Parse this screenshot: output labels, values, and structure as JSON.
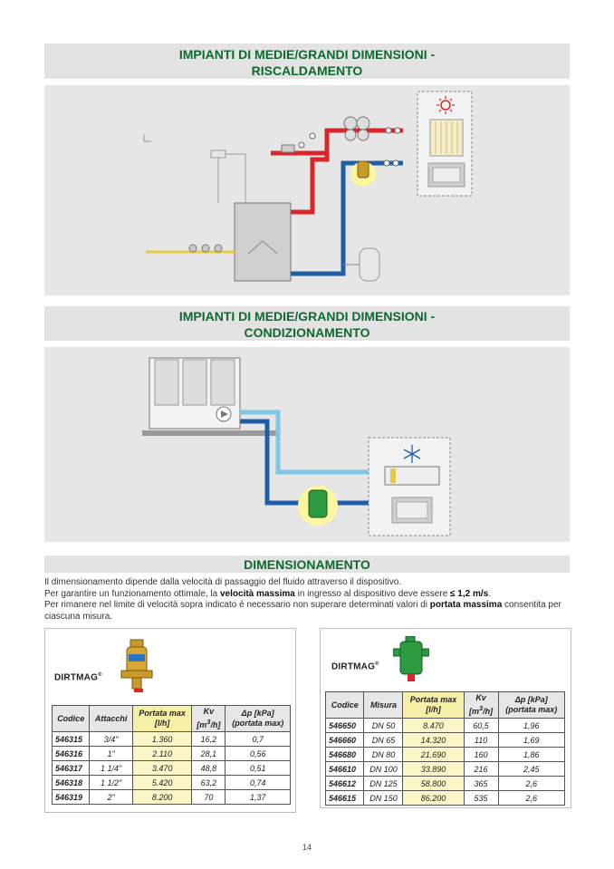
{
  "sections": {
    "heating": {
      "title_line1": "IMPIANTI DI MEDIE/GRANDI DIMENSIONI -",
      "title_line2": "RISCALDAMENTO"
    },
    "cooling": {
      "title_line1": "IMPIANTI DI MEDIE/GRANDI DIMENSIONI -",
      "title_line2": "CONDIZIONAMENTO"
    },
    "sizing": {
      "title": "DIMENSIONAMENTO"
    }
  },
  "intro": {
    "line1": "Il dimensionamento dipende dalla velocità di passaggio del fluido attraverso il dispositivo.",
    "line2_a": "Per garantire un funzionamento ottimale, la ",
    "line2_b": "velocità massima",
    "line2_c": " in ingresso al dispositivo deve essere ",
    "line2_d": "≤ 1,2 m/s",
    "line2_e": ".",
    "line3_a": "Per rimanere nel limite di velocità sopra indicato è necessario non superare determinati valori di ",
    "line3_b": "portata massima",
    "line3_c": " consentita per ciascuna misura."
  },
  "table_left": {
    "brand": "DIRTMAG",
    "brand_mark": "®",
    "headers": {
      "codice": "Codice",
      "attacchi": "Attacchi",
      "portata_1": "Portata max",
      "portata_2": "[l/h]",
      "kv_1": "Kv",
      "kv_2": "[m",
      "kv_sup": "3",
      "kv_3": "/h]",
      "dp_1": "Δp [kPa]",
      "dp_2": "(portata max)"
    },
    "rows": [
      {
        "code_bold": "5463",
        "code_rest": "15",
        "attacchi": "3/4\"",
        "portata": "1.360",
        "kv": "16,2",
        "dp": "0,7"
      },
      {
        "code_bold": "5463",
        "code_rest": "16",
        "attacchi": "1\"",
        "portata": "2.110",
        "kv": "28,1",
        "dp": "0,56"
      },
      {
        "code_bold": "5463",
        "code_rest": "17",
        "attacchi": "1 1/4\"",
        "portata": "3.470",
        "kv": "48,8",
        "dp": "0,51"
      },
      {
        "code_bold": "5463",
        "code_rest": "18",
        "attacchi": "1 1/2\"",
        "portata": "5.420",
        "kv": "63,2",
        "dp": "0,74"
      },
      {
        "code_bold": "5463",
        "code_rest": "19",
        "attacchi": "2\"",
        "portata": "8.200",
        "kv": "70",
        "dp": "1,37"
      }
    ]
  },
  "table_right": {
    "brand": "DIRTMAG",
    "brand_mark": "®",
    "headers": {
      "codice": "Codice",
      "misura": "Misura",
      "portata_1": "Portata max",
      "portata_2": "[l/h]",
      "kv_1": "Kv",
      "kv_2": "[m",
      "kv_sup": "3",
      "kv_3": "/h]",
      "dp_1": "Δp [kPa]",
      "dp_2": "(portata max)"
    },
    "rows": [
      {
        "code_bold": "5466",
        "code_rest": "50",
        "misura": "DN 50",
        "portata": "8.470",
        "kv": "60,5",
        "dp": "1,96"
      },
      {
        "code_bold": "5466",
        "code_rest": "60",
        "misura": "DN 65",
        "portata": "14.320",
        "kv": "110",
        "dp": "1,69"
      },
      {
        "code_bold": "5466",
        "code_rest": "80",
        "misura": "DN 80",
        "portata": "21.690",
        "kv": "160",
        "dp": "1,86"
      },
      {
        "code_bold": "5466",
        "code_rest": "10",
        "misura": "DN 100",
        "portata": "33.890",
        "kv": "216",
        "dp": "2,45"
      },
      {
        "code_bold": "5466",
        "code_rest": "12",
        "misura": "DN 125",
        "portata": "58.800",
        "kv": "365",
        "dp": "2,6"
      },
      {
        "code_bold": "5466",
        "code_rest": "15",
        "misura": "DN 150",
        "portata": "86.200",
        "kv": "535",
        "dp": "2,6"
      }
    ]
  },
  "page_number": "14",
  "colors": {
    "title_green": "#0e6a2c",
    "hot_pipe": "#d9262b",
    "cold_pipe": "#1f5fa8",
    "chilled_pipe": "#7cc7e8",
    "highlight_yellow": "#f6f0a6"
  }
}
